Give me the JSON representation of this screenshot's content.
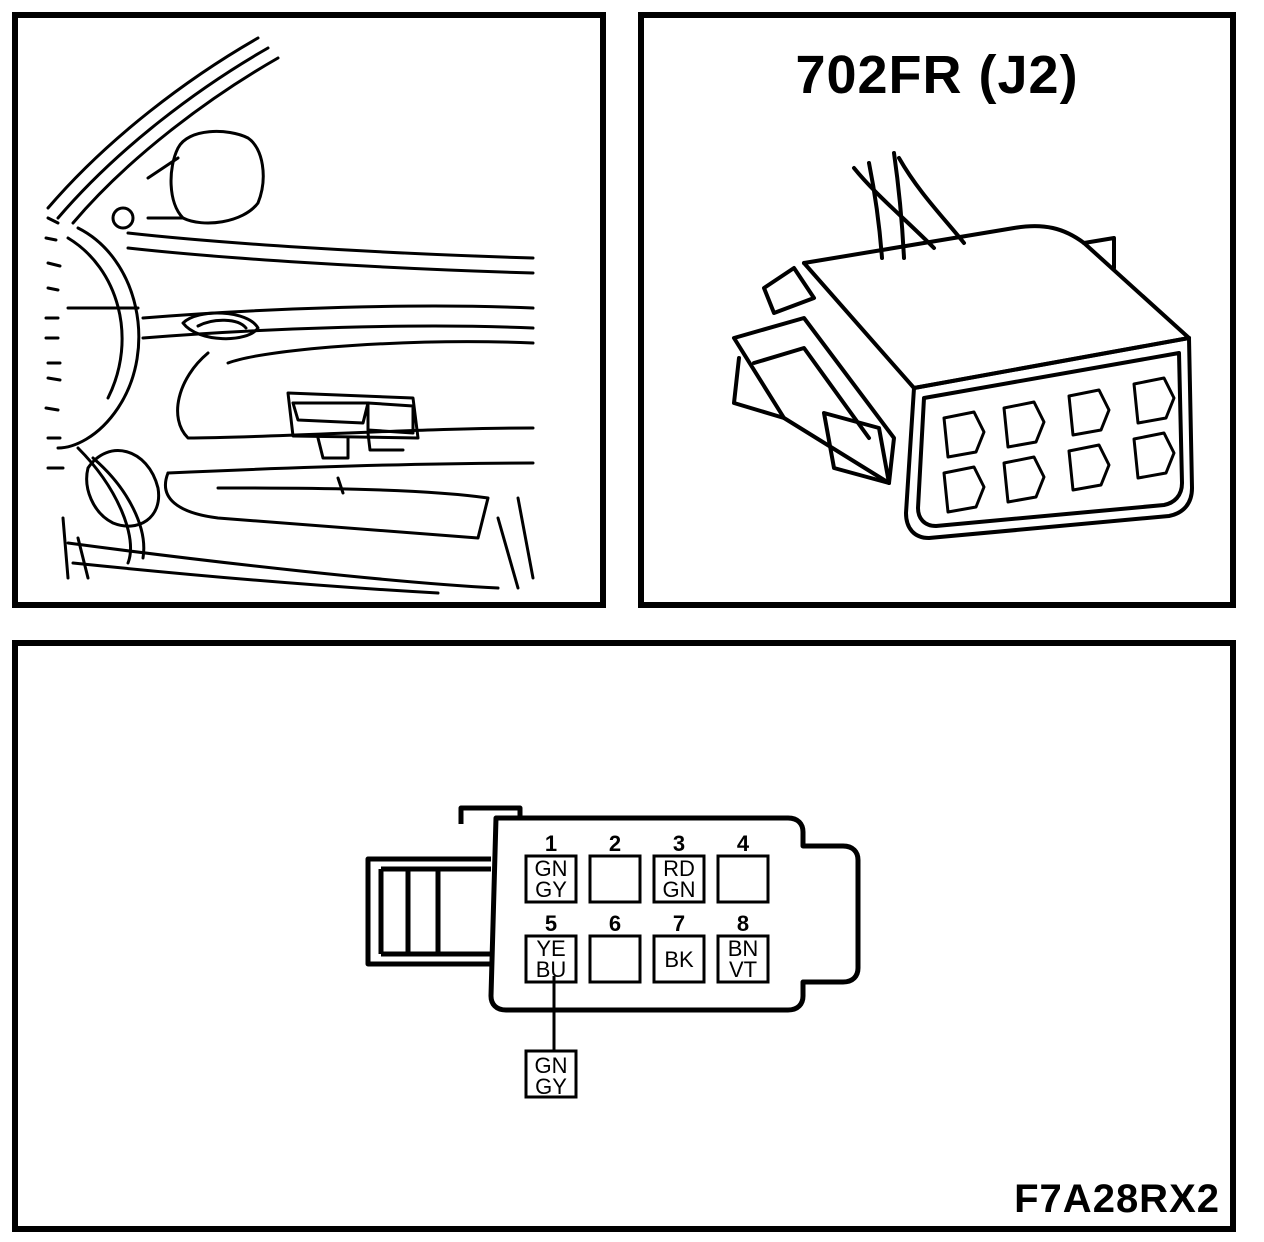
{
  "connector": {
    "title": "702FR (J2)"
  },
  "pinout": {
    "figure_code": "F7A28RX2",
    "pins": [
      {
        "number": "1",
        "wire": [
          "GN",
          "GY"
        ]
      },
      {
        "number": "2",
        "wire": []
      },
      {
        "number": "3",
        "wire": [
          "RD",
          "GN"
        ]
      },
      {
        "number": "4",
        "wire": []
      },
      {
        "number": "5",
        "wire": [
          "YE",
          "BU"
        ]
      },
      {
        "number": "6",
        "wire": []
      },
      {
        "number": "7",
        "wire": [
          "BK"
        ]
      },
      {
        "number": "8",
        "wire": [
          "BN",
          "VT"
        ]
      }
    ],
    "splice_wire": [
      "GN",
      "GY"
    ]
  }
}
